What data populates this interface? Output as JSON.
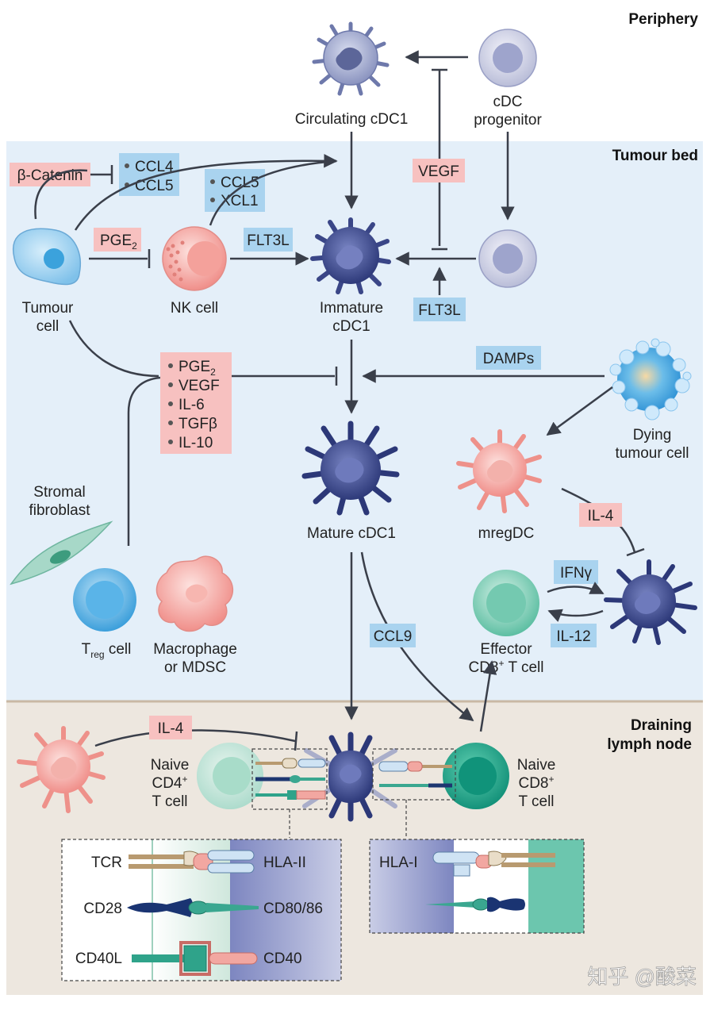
{
  "regions": {
    "periphery": "Periphery",
    "tumour_bed": "Tumour bed",
    "lymph_node_line1": "Draining",
    "lymph_node_line2": "lymph node"
  },
  "cells": {
    "circulating_cdc1": "Circulating cDC1",
    "cdc_progenitor_line1": "cDC",
    "cdc_progenitor_line2": "progenitor",
    "tumour_cell_line1": "Tumour",
    "tumour_cell_line2": "cell",
    "nk_cell": "NK cell",
    "immature_cdc1_line1": "Immature",
    "immature_cdc1_line2": "cDC1",
    "dying_line1": "Dying",
    "dying_line2": "tumour cell",
    "stromal_line1": "Stromal",
    "stromal_line2": "fibroblast",
    "mature_cdc1": "Mature cDC1",
    "mregdc": "mregDC",
    "treg_T": "T",
    "treg_sub": "reg",
    "treg_rest": " cell",
    "macrophage_line1": "Macrophage",
    "macrophage_line2": "or MDSC",
    "effector_line1": "Effector",
    "effector_line2_a": "CD8",
    "effector_line2_sup": "+",
    "effector_line2_b": " T cell",
    "naive_cd4_line1": "Naive",
    "naive_cd4_line2_a": "CD4",
    "naive_cd4_line2_sup": "+",
    "naive_cd4_line3": "T cell",
    "naive_cd8_line1": "Naive",
    "naive_cd8_line2_a": "CD8",
    "naive_cd8_line2_sup": "+",
    "naive_cd8_line3": "T cell"
  },
  "signals": {
    "beta_catenin": "β-Catenin",
    "ccl4": "CCL4",
    "ccl5": "CCL5",
    "ccl5b": "CCL5",
    "xcl1": "XCL1",
    "pge2_base": "PGE",
    "pge2_sub": "2",
    "flt3l_nk": "FLT3L",
    "vegf": "VEGF",
    "flt3l_prog": "FLT3L",
    "damps": "DAMPs",
    "inhib_pge2_base": "PGE",
    "inhib_pge2_sub": "2",
    "inhib_vegf": "VEGF",
    "inhib_il6": "IL-6",
    "inhib_tgfb": "TGFβ",
    "inhib_il10": "IL-10",
    "il4_mreg": "IL-4",
    "ifng": "IFNγ",
    "il12": "IL-12",
    "ccl9": "CCL9",
    "il4_ln": "IL-4"
  },
  "receptors": {
    "tcr": "TCR",
    "hla2": "HLA-II",
    "cd28": "CD28",
    "cd8086": "CD80/86",
    "cd40l": "CD40L",
    "cd40": "CD40",
    "hla1": "HLA-I"
  },
  "watermark": "知乎 @酸菜",
  "colors": {
    "tumour_bed_bg": "#e4eff9",
    "lymph_node_bg": "#ede7df",
    "blue_label": "#a9d3ef",
    "red_label": "#f7c1c0",
    "dc_dark": "#3c4a8c",
    "treg": "#56aee4",
    "effector": "#6cc6ae"
  }
}
